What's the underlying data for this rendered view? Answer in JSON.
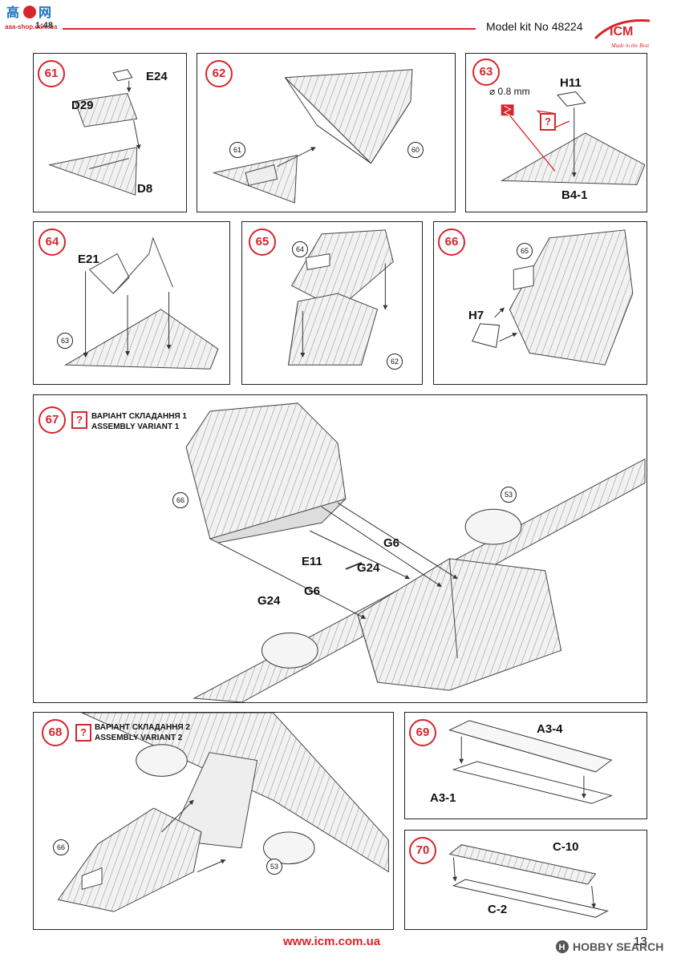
{
  "header": {
    "scale": "1:48",
    "kit_label": "Model kit No 48224",
    "brand": "ICM",
    "brand_tagline": "Made in the Best",
    "site_logo": "aaa-shop.com.ua"
  },
  "steps": [
    {
      "number": "61",
      "labels": [
        "E24",
        "D29",
        "D8"
      ]
    },
    {
      "number": "62",
      "refs": [
        "61",
        "60"
      ]
    },
    {
      "number": "63",
      "drill": "⌀ 0.8 mm",
      "question": "?",
      "labels": [
        "H11",
        "B4-1"
      ]
    },
    {
      "number": "64",
      "labels": [
        "E21"
      ],
      "refs": [
        "63"
      ]
    },
    {
      "number": "65",
      "refs": [
        "64",
        "62"
      ]
    },
    {
      "number": "66",
      "labels": [
        "H7"
      ],
      "refs": [
        "65"
      ]
    },
    {
      "number": "67",
      "question": "?",
      "variant_ua": "ВАРІАНТ СКЛАДАННЯ 1",
      "variant_en": "ASSEMBLY VARIANT 1",
      "labels": [
        "G6",
        "E11",
        "G24",
        "G6",
        "G24"
      ],
      "refs": [
        "66",
        "53"
      ]
    },
    {
      "number": "68",
      "question": "?",
      "variant_ua": "ВАРІАНТ СКЛАДАННЯ 2",
      "variant_en": "ASSEMBLY VARIANT 2",
      "refs": [
        "66",
        "53"
      ]
    },
    {
      "number": "69",
      "labels": [
        "A3-4",
        "A3-1"
      ]
    },
    {
      "number": "70",
      "labels": [
        "C-10",
        "C-2"
      ]
    }
  ],
  "footer": {
    "url": "www.icm.com.ua",
    "page_number": "13",
    "watermark": "HOBBY SEARCH"
  },
  "colors": {
    "accent_red": "#d6252b",
    "line": "#222222"
  }
}
